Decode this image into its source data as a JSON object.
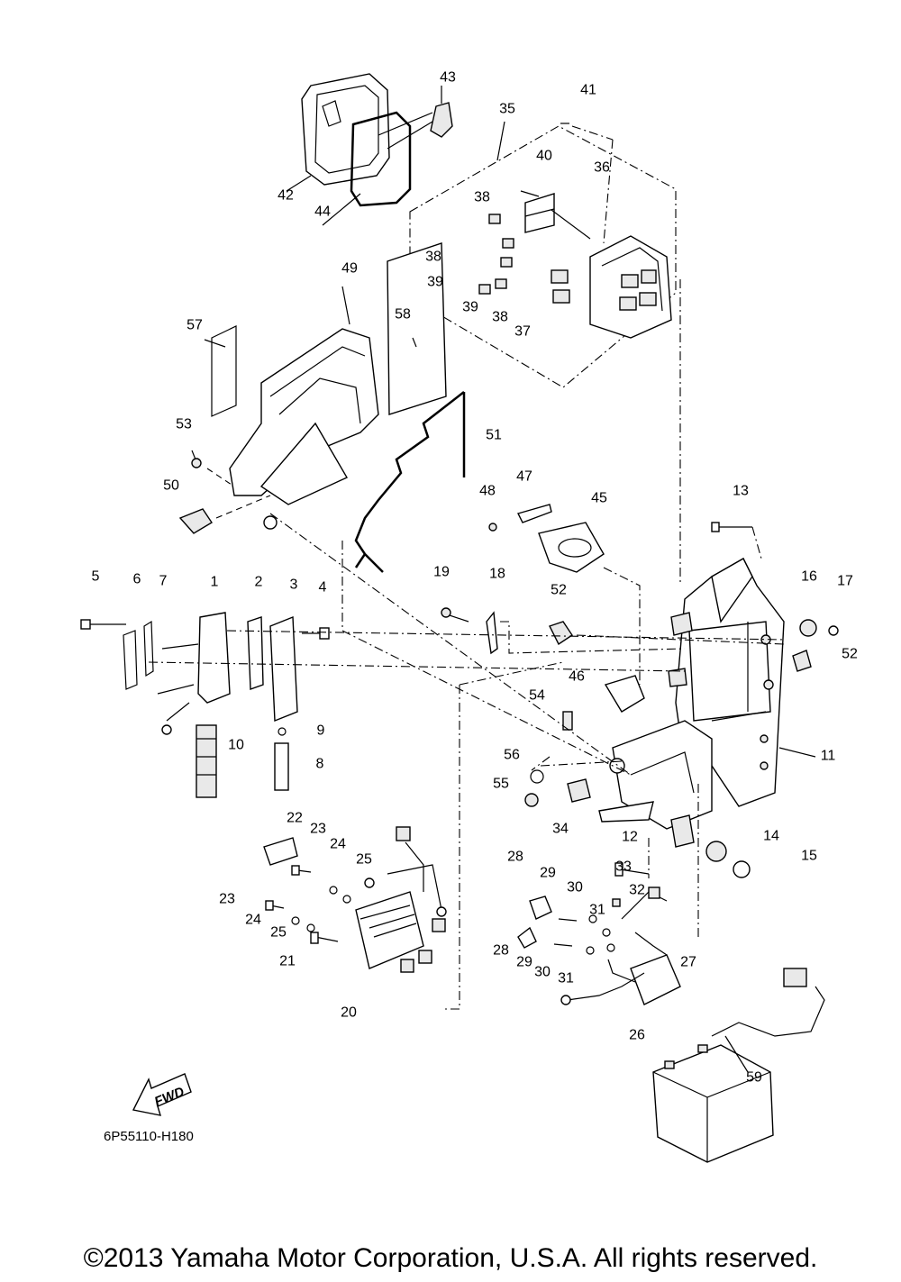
{
  "diagram_code": "6P55110-H180",
  "copyright": "©2013 Yamaha Motor Corporation, U.S.A. All rights reserved.",
  "fwd_label": "FWD",
  "parts": [
    {
      "id": "p1",
      "label": "1"
    },
    {
      "id": "p2",
      "label": "2"
    },
    {
      "id": "p3",
      "label": "3"
    },
    {
      "id": "p4",
      "label": "4"
    },
    {
      "id": "p5",
      "label": "5"
    },
    {
      "id": "p6",
      "label": "6"
    },
    {
      "id": "p7",
      "label": "7"
    },
    {
      "id": "p8",
      "label": "8"
    },
    {
      "id": "p9",
      "label": "9"
    },
    {
      "id": "p10",
      "label": "10"
    },
    {
      "id": "p11",
      "label": "11"
    },
    {
      "id": "p12",
      "label": "12"
    },
    {
      "id": "p13",
      "label": "13"
    },
    {
      "id": "p14",
      "label": "14"
    },
    {
      "id": "p15",
      "label": "15"
    },
    {
      "id": "p16",
      "label": "16"
    },
    {
      "id": "p17",
      "label": "17"
    },
    {
      "id": "p18",
      "label": "18"
    },
    {
      "id": "p19",
      "label": "19"
    },
    {
      "id": "p20",
      "label": "20"
    },
    {
      "id": "p21",
      "label": "21"
    },
    {
      "id": "p22",
      "label": "22"
    },
    {
      "id": "p23a",
      "label": "23"
    },
    {
      "id": "p23b",
      "label": "23"
    },
    {
      "id": "p24a",
      "label": "24"
    },
    {
      "id": "p24b",
      "label": "24"
    },
    {
      "id": "p25a",
      "label": "25"
    },
    {
      "id": "p25b",
      "label": "25"
    },
    {
      "id": "p26",
      "label": "26"
    },
    {
      "id": "p27",
      "label": "27"
    },
    {
      "id": "p28a",
      "label": "28"
    },
    {
      "id": "p28b",
      "label": "28"
    },
    {
      "id": "p29a",
      "label": "29"
    },
    {
      "id": "p29b",
      "label": "29"
    },
    {
      "id": "p30a",
      "label": "30"
    },
    {
      "id": "p30b",
      "label": "30"
    },
    {
      "id": "p31a",
      "label": "31"
    },
    {
      "id": "p31b",
      "label": "31"
    },
    {
      "id": "p32",
      "label": "32"
    },
    {
      "id": "p33",
      "label": "33"
    },
    {
      "id": "p34",
      "label": "34"
    },
    {
      "id": "p35",
      "label": "35"
    },
    {
      "id": "p36",
      "label": "36"
    },
    {
      "id": "p37",
      "label": "37"
    },
    {
      "id": "p38a",
      "label": "38"
    },
    {
      "id": "p38b",
      "label": "38"
    },
    {
      "id": "p38c",
      "label": "38"
    },
    {
      "id": "p39a",
      "label": "39"
    },
    {
      "id": "p39b",
      "label": "39"
    },
    {
      "id": "p40",
      "label": "40"
    },
    {
      "id": "p41",
      "label": "41"
    },
    {
      "id": "p42",
      "label": "42"
    },
    {
      "id": "p43",
      "label": "43"
    },
    {
      "id": "p44",
      "label": "44"
    },
    {
      "id": "p45",
      "label": "45"
    },
    {
      "id": "p46",
      "label": "46"
    },
    {
      "id": "p47",
      "label": "47"
    },
    {
      "id": "p48",
      "label": "48"
    },
    {
      "id": "p49",
      "label": "49"
    },
    {
      "id": "p50",
      "label": "50"
    },
    {
      "id": "p51",
      "label": "51"
    },
    {
      "id": "p52a",
      "label": "52"
    },
    {
      "id": "p52b",
      "label": "52"
    },
    {
      "id": "p53",
      "label": "53"
    },
    {
      "id": "p54",
      "label": "54"
    },
    {
      "id": "p55",
      "label": "55"
    },
    {
      "id": "p56",
      "label": "56"
    },
    {
      "id": "p57",
      "label": "57"
    },
    {
      "id": "p58",
      "label": "58"
    },
    {
      "id": "p59",
      "label": "59"
    }
  ]
}
